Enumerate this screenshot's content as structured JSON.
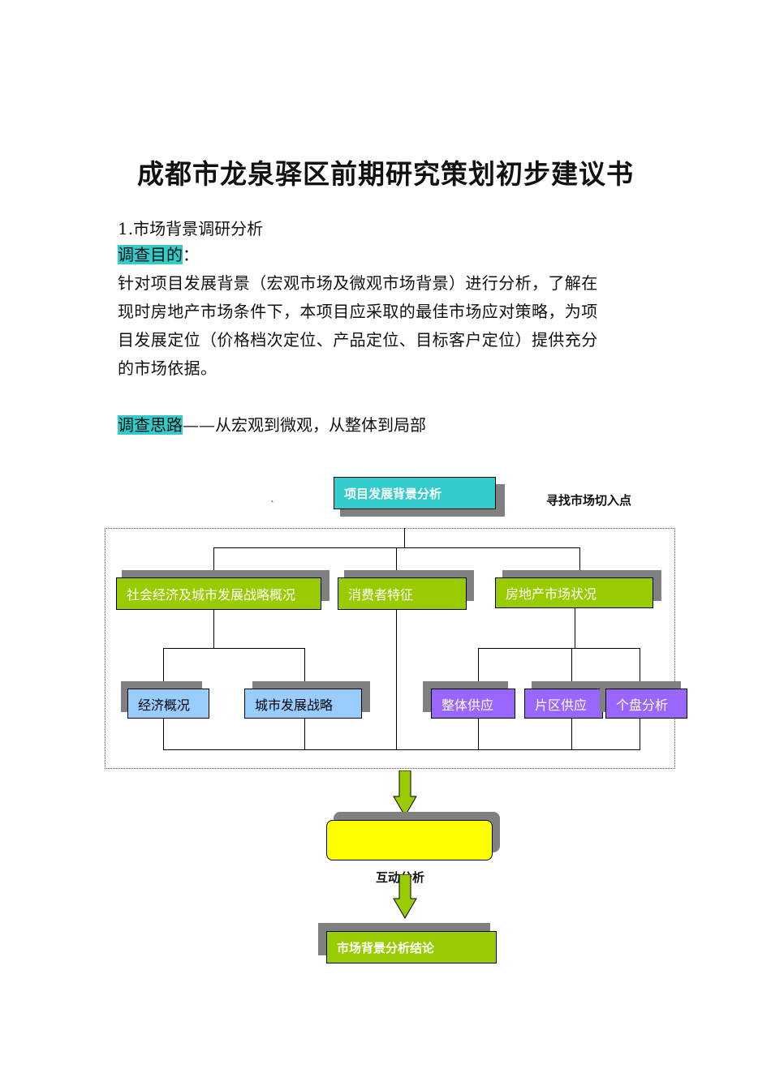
{
  "document": {
    "title": "成都市龙泉驿区前期研究策划初步建议书",
    "section_heading": "1.市场背景调研分析",
    "purpose_label": "调查目的",
    "purpose_colon": "：",
    "purpose_lines": [
      "针对项目发展背景（宏观市场及微观市场背景）进行分析，了解在",
      "现时房地产市场条件下，本项目应采取的最佳市场应对策略，为项",
      "目发展定位（价格档次定位、产品定位、目标客户定位）提供充分",
      "的市场依据。"
    ],
    "approach_label": "调查思路",
    "approach_text": "——从宏观到微观，从整体到局部"
  },
  "diagram": {
    "top_box": "项目发展背景分析",
    "side_note": "寻找市场切入点",
    "stray_mark": "`",
    "level2": [
      "社会经济及城市发展战略概况",
      "消费者特征",
      "房地产市场状况"
    ],
    "level3_left": [
      "经济概况",
      "城市发展战略"
    ],
    "level3_right": [
      "整体供应",
      "片区供应",
      "个盘分析"
    ],
    "interaction_label": "互动分析",
    "conclusion_box": "市场背景分析结论"
  },
  "colors": {
    "cyan": "#33cccc",
    "green": "#99cc00",
    "blue": "#99ccff",
    "purple": "#9966ff",
    "yellow": "#ffff00",
    "shadow": "#808080"
  }
}
